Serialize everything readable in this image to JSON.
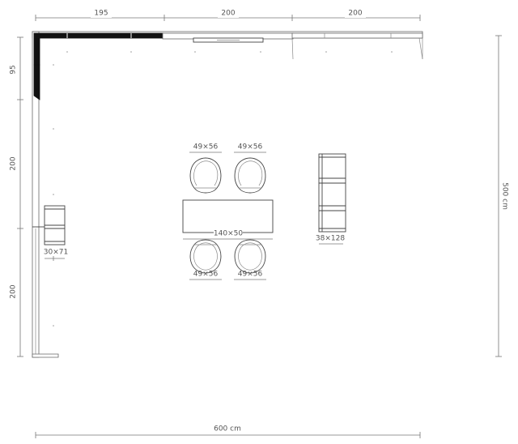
{
  "dimensions": {
    "top_1": "195",
    "top_2": "200",
    "top_3": "200",
    "left_1": "95",
    "left_2": "200",
    "left_3": "200",
    "right_total": "500 cm",
    "bottom_total": "600 cm"
  },
  "furniture": {
    "chair_top_left": "49×56",
    "chair_top_right": "49×56",
    "chair_bottom_left": "49×56",
    "chair_bottom_right": "49×56",
    "table": "140×50",
    "shelf_right": "38×128",
    "shelf_left": "30×71"
  }
}
